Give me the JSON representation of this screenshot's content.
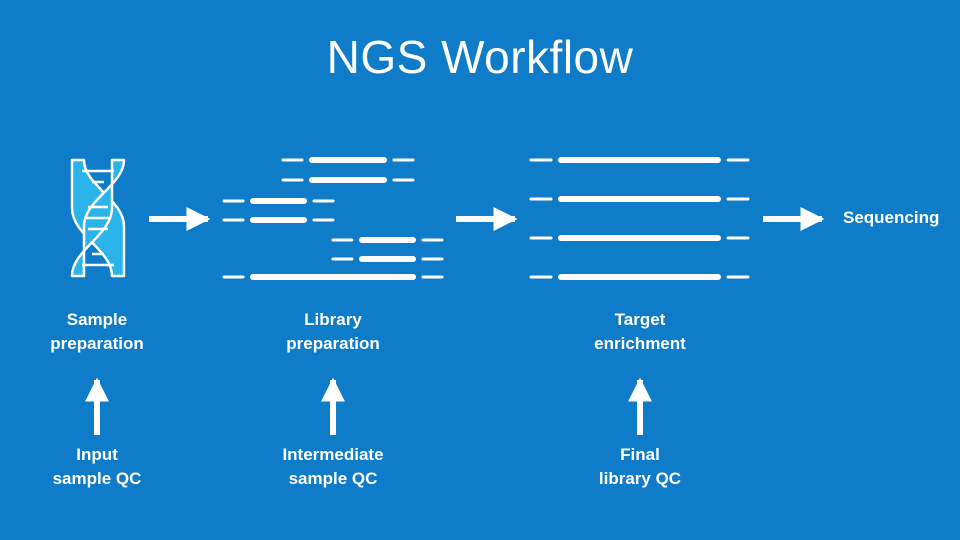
{
  "title": "NGS Workflow",
  "steps": [
    {
      "line1": "Sample",
      "line2": "preparation"
    },
    {
      "line1": "Library",
      "line2": "preparation"
    },
    {
      "line1": "Target",
      "line2": "enrichment"
    }
  ],
  "final_step": "Sequencing",
  "qc_checks": [
    {
      "line1": "Input",
      "line2": "sample QC"
    },
    {
      "line1": "Intermediate",
      "line2": "sample QC"
    },
    {
      "line1": "Final",
      "line2": "library QC"
    }
  ],
  "colors": {
    "background": "#0e7cc9",
    "foreground": "#ffffff",
    "dna_fill": "#2ab4ea"
  },
  "icons": [
    "dna-helix-icon",
    "fragments-icon",
    "enriched-fragments-icon",
    "arrow-right-icon",
    "arrow-up-icon"
  ]
}
